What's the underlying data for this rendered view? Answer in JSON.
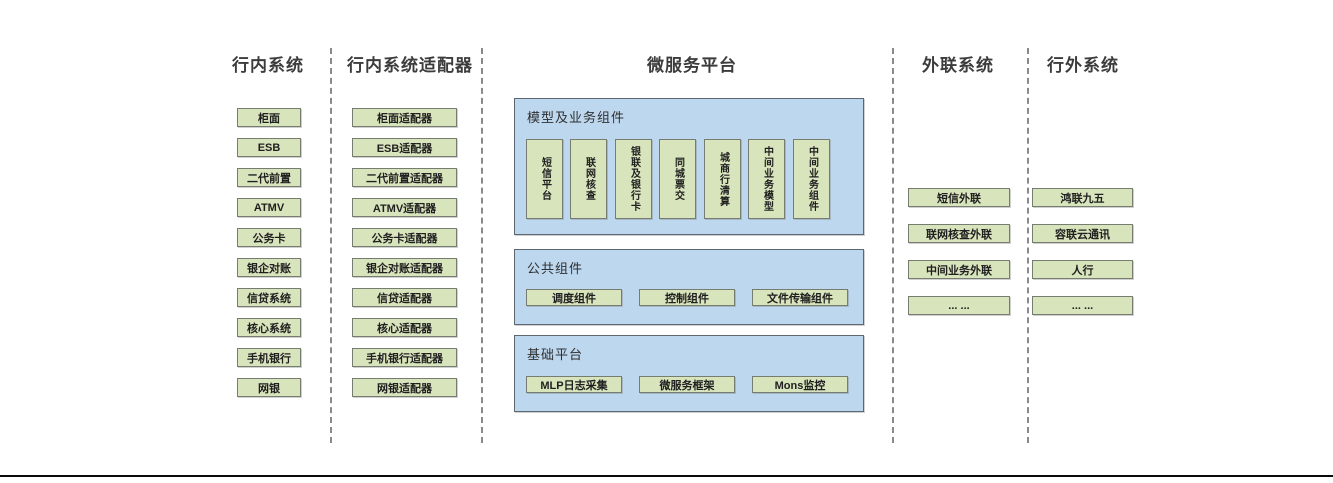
{
  "colors": {
    "green_fill": "#d8e4bc",
    "green_border": "#767d70",
    "blue_fill": "#bdd7ee",
    "blue_border": "#5d6772",
    "divider": "#8a8a8a",
    "heading_text": "#3c3c3c",
    "bottom_rule": "#0a0a0a"
  },
  "columns": {
    "internal": {
      "title": "行内系统",
      "items": [
        "柜面",
        "ESB",
        "二代前置",
        "ATMV",
        "公务卡",
        "银企对账",
        "信贷系统",
        "核心系统",
        "手机银行",
        "网银"
      ]
    },
    "adapters": {
      "title": "行内系统适配器",
      "items": [
        "柜面适配器",
        "ESB适配器",
        "二代前置适配器",
        "ATMV适配器",
        "公务卡适配器",
        "银企对账适配器",
        "信贷适配器",
        "核心适配器",
        "手机银行适配器",
        "网银适配器"
      ]
    },
    "platform": {
      "title": "微服务平台",
      "panels": [
        {
          "title": "模型及业务组件",
          "orientation": "vertical",
          "items": [
            "短信平台",
            "联网核查",
            "银联及银行卡",
            "同城票交",
            "城商行清算",
            "中间业务模型",
            "中间业务组件"
          ]
        },
        {
          "title": "公共组件",
          "orientation": "horizontal",
          "items": [
            "调度组件",
            "控制组件",
            "文件传输组件"
          ]
        },
        {
          "title": "基础平台",
          "orientation": "horizontal",
          "items": [
            "MLP日志采集",
            "微服务框架",
            "Mons监控"
          ]
        }
      ]
    },
    "outreach": {
      "title": "外联系统",
      "items": [
        "短信外联",
        "联网核查外联",
        "中间业务外联",
        "... ..."
      ]
    },
    "external": {
      "title": "行外系统",
      "items": [
        "鸿联九五",
        "容联云通讯",
        "人行",
        "... ..."
      ]
    }
  }
}
